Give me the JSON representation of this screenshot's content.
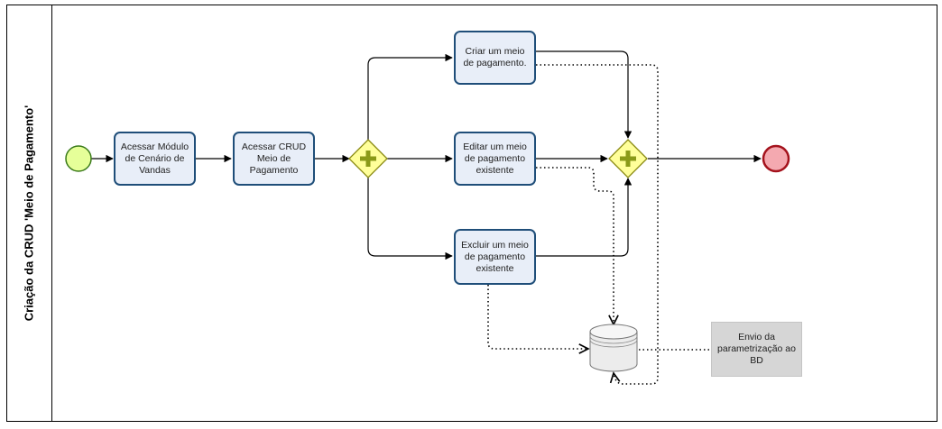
{
  "pool": {
    "label": "Criação da CRUD 'Meio de Pagamento'"
  },
  "tasks": {
    "acessar_modulo": "Acessar Módulo\nde Cenário de\nVandas",
    "acessar_crud": "Acessar CRUD\nMeio de\nPagamento",
    "criar": "Criar um meio\nde pagamento.",
    "editar": "Editar um meio\nde pagamento\nexistente",
    "excluir": "Excluir um meio\nde pagamento\nexistente"
  },
  "annotation": {
    "text": "Envio da\nparametrização ao\nBD"
  },
  "colors": {
    "start_fill": "#e6ff99",
    "start_stroke": "#3a7a1a",
    "end_fill": "#f4a9b0",
    "end_stroke": "#a4121c",
    "gateway_fill": "#ffff9a",
    "gateway_stroke": "#8a8a12",
    "gateway_plus": "#8a9a18",
    "task_fill": "#e8eef8",
    "task_stroke": "#1f4e79"
  }
}
